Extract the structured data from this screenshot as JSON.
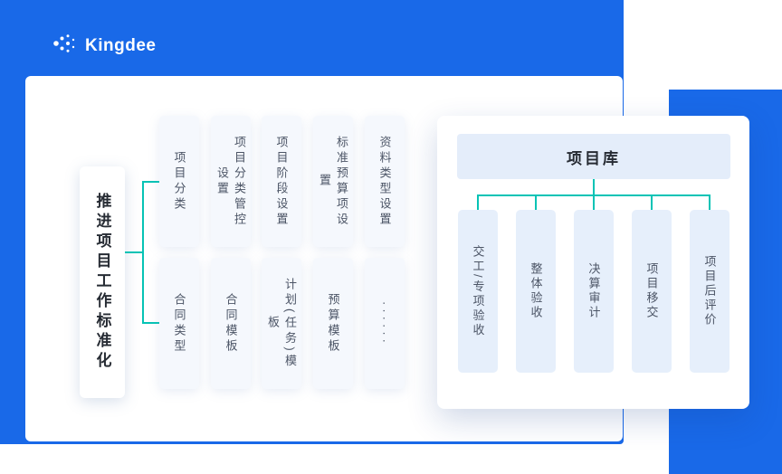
{
  "brand": {
    "name": "Kingdee"
  },
  "colors": {
    "primary_blue": "#1969E8",
    "connector_teal": "#06C3B5",
    "card_light_blue": "#E6EFFB",
    "panel_title_bg": "#E4EDFA"
  },
  "diagram": {
    "goal_label": "推进项目工作标准化",
    "row1": [
      "项目分类",
      "项目分类管控设置",
      "项目阶段设置",
      "标准预算项设置",
      "资料类型设置"
    ],
    "row2": [
      "合同类型",
      "合同模板",
      "计划(任务)模板",
      "预算模板",
      "······"
    ]
  },
  "panel": {
    "title": "项目库",
    "items": [
      "交工/专项验收",
      "整体验收",
      "决算审计",
      "项目移交",
      "项目后评价"
    ]
  }
}
